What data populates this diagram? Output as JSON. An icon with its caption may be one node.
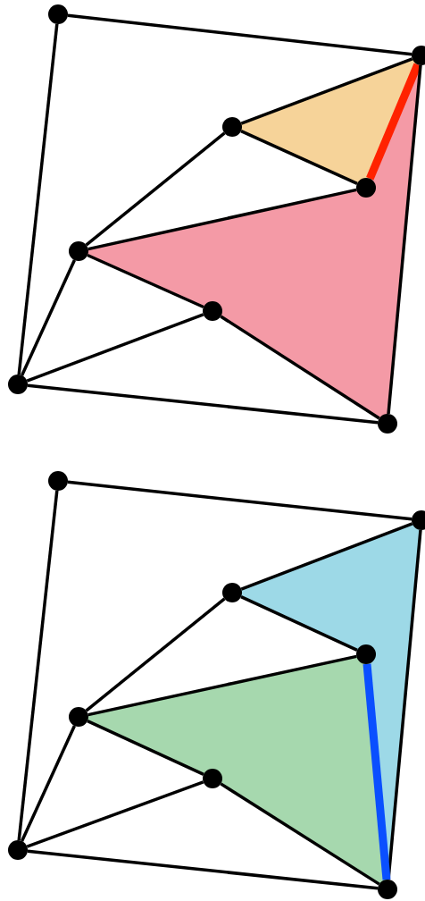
{
  "diagram": {
    "nodes": [
      {
        "text": [],
        "shape": "circle"
      },
      {
        "text": [],
        "shape": "circle"
      },
      {
        "text": [],
        "shape": "circle"
      },
      {
        "text": [],
        "shape": "circle"
      },
      {
        "text": [],
        "shape": "circle"
      },
      {
        "text": [],
        "shape": "circle"
      },
      {
        "text": [],
        "shape": "circle"
      },
      {
        "text": [],
        "shape": "circle"
      },
      {
        "text": [],
        "shape": "circle"
      },
      {
        "text": [],
        "shape": "circle"
      },
      {
        "text": [],
        "shape": "circle"
      },
      {
        "text": [],
        "shape": "circle"
      },
      {
        "text": [],
        "shape": "circle"
      },
      {
        "text": [],
        "shape": "circle"
      },
      {
        "text": [],
        "shape": "circle"
      },
      {
        "text": [],
        "shape": "circle"
      }
    ],
    "edges": [
      {
        "from": 0,
        "to": 1,
        "arrow": "none"
      },
      {
        "from": 0,
        "to": 6,
        "arrow": "none"
      },
      {
        "from": 1,
        "to": 2,
        "arrow": "none"
      },
      {
        "from": 1,
        "to": 3,
        "arrow": "none",
        "style": "thick",
        "color": "#ff2200"
      },
      {
        "from": 1,
        "to": 7,
        "arrow": "none"
      },
      {
        "from": 2,
        "to": 3,
        "arrow": "none"
      },
      {
        "from": 2,
        "to": 4,
        "arrow": "none"
      },
      {
        "from": 3,
        "to": 4,
        "arrow": "none"
      },
      {
        "from": 4,
        "to": 5,
        "arrow": "none"
      },
      {
        "from": 4,
        "to": 6,
        "arrow": "none"
      },
      {
        "from": 5,
        "to": 6,
        "arrow": "none"
      },
      {
        "from": 5,
        "to": 7,
        "arrow": "none"
      },
      {
        "from": 6,
        "to": 7,
        "arrow": "none"
      },
      {
        "from": 8,
        "to": 9,
        "arrow": "none"
      },
      {
        "from": 8,
        "to": 14,
        "arrow": "none"
      },
      {
        "from": 9,
        "to": 10,
        "arrow": "none"
      },
      {
        "from": 9,
        "to": 15,
        "arrow": "none"
      },
      {
        "from": 10,
        "to": 11,
        "arrow": "none"
      },
      {
        "from": 10,
        "to": 12,
        "arrow": "none"
      },
      {
        "from": 11,
        "to": 12,
        "arrow": "none"
      },
      {
        "from": 11,
        "to": 15,
        "arrow": "none",
        "style": "thick",
        "color": "#0a4fff"
      },
      {
        "from": 12,
        "to": 13,
        "arrow": "none"
      },
      {
        "from": 12,
        "to": 14,
        "arrow": "none"
      },
      {
        "from": 13,
        "to": 14,
        "arrow": "none"
      },
      {
        "from": 13,
        "to": 15,
        "arrow": "none"
      },
      {
        "from": 14,
        "to": 15,
        "arrow": "none"
      }
    ]
  }
}
